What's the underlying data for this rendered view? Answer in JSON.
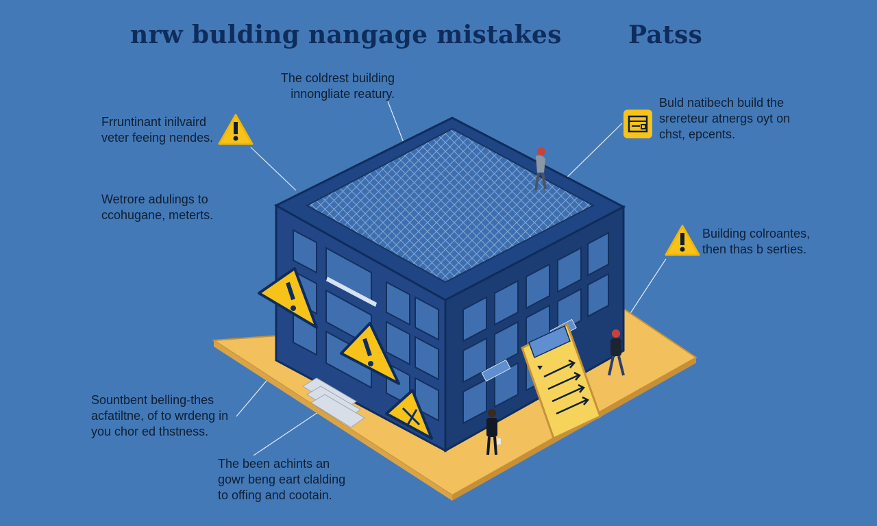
{
  "title": "nrw bulding nangage mistakes",
  "title_side": "Patss",
  "colors": {
    "background": "#4479b8",
    "title": "#0f2d5c",
    "text": "#0f1f33",
    "platform": "#f2c15e",
    "building": "#1f3f7a",
    "warning": "#f2b705"
  },
  "callouts": [
    {
      "id": "top-center",
      "lines": [
        "The coldrest building",
        "innongliate reatury."
      ]
    },
    {
      "id": "left-upper",
      "lines": [
        "Frruntinant inilvaird",
        "veter feeing nendes."
      ]
    },
    {
      "id": "left-middle",
      "lines": [
        "Wetrore adulings to",
        "ccohugane, meterts."
      ]
    },
    {
      "id": "right-upper",
      "lines": [
        "Buld natibech build the",
        "srereteur atnergs oyt on",
        "chst, epcents."
      ]
    },
    {
      "id": "right-middle",
      "lines": [
        "Building colroantes,",
        "then thas b serties."
      ]
    },
    {
      "id": "left-lower",
      "lines": [
        "Sountbent belling-thes",
        "acfatiltne, of to wrdeng in",
        "you chor ed thstness."
      ]
    },
    {
      "id": "bottom-center",
      "lines": [
        "The been achints an",
        "gowr beng eart clalding",
        "to offing and cootain."
      ]
    }
  ],
  "icons": [
    "warning-icon",
    "checklist-icon",
    "person-icon",
    "signboard-icon",
    "stairs-icon"
  ]
}
